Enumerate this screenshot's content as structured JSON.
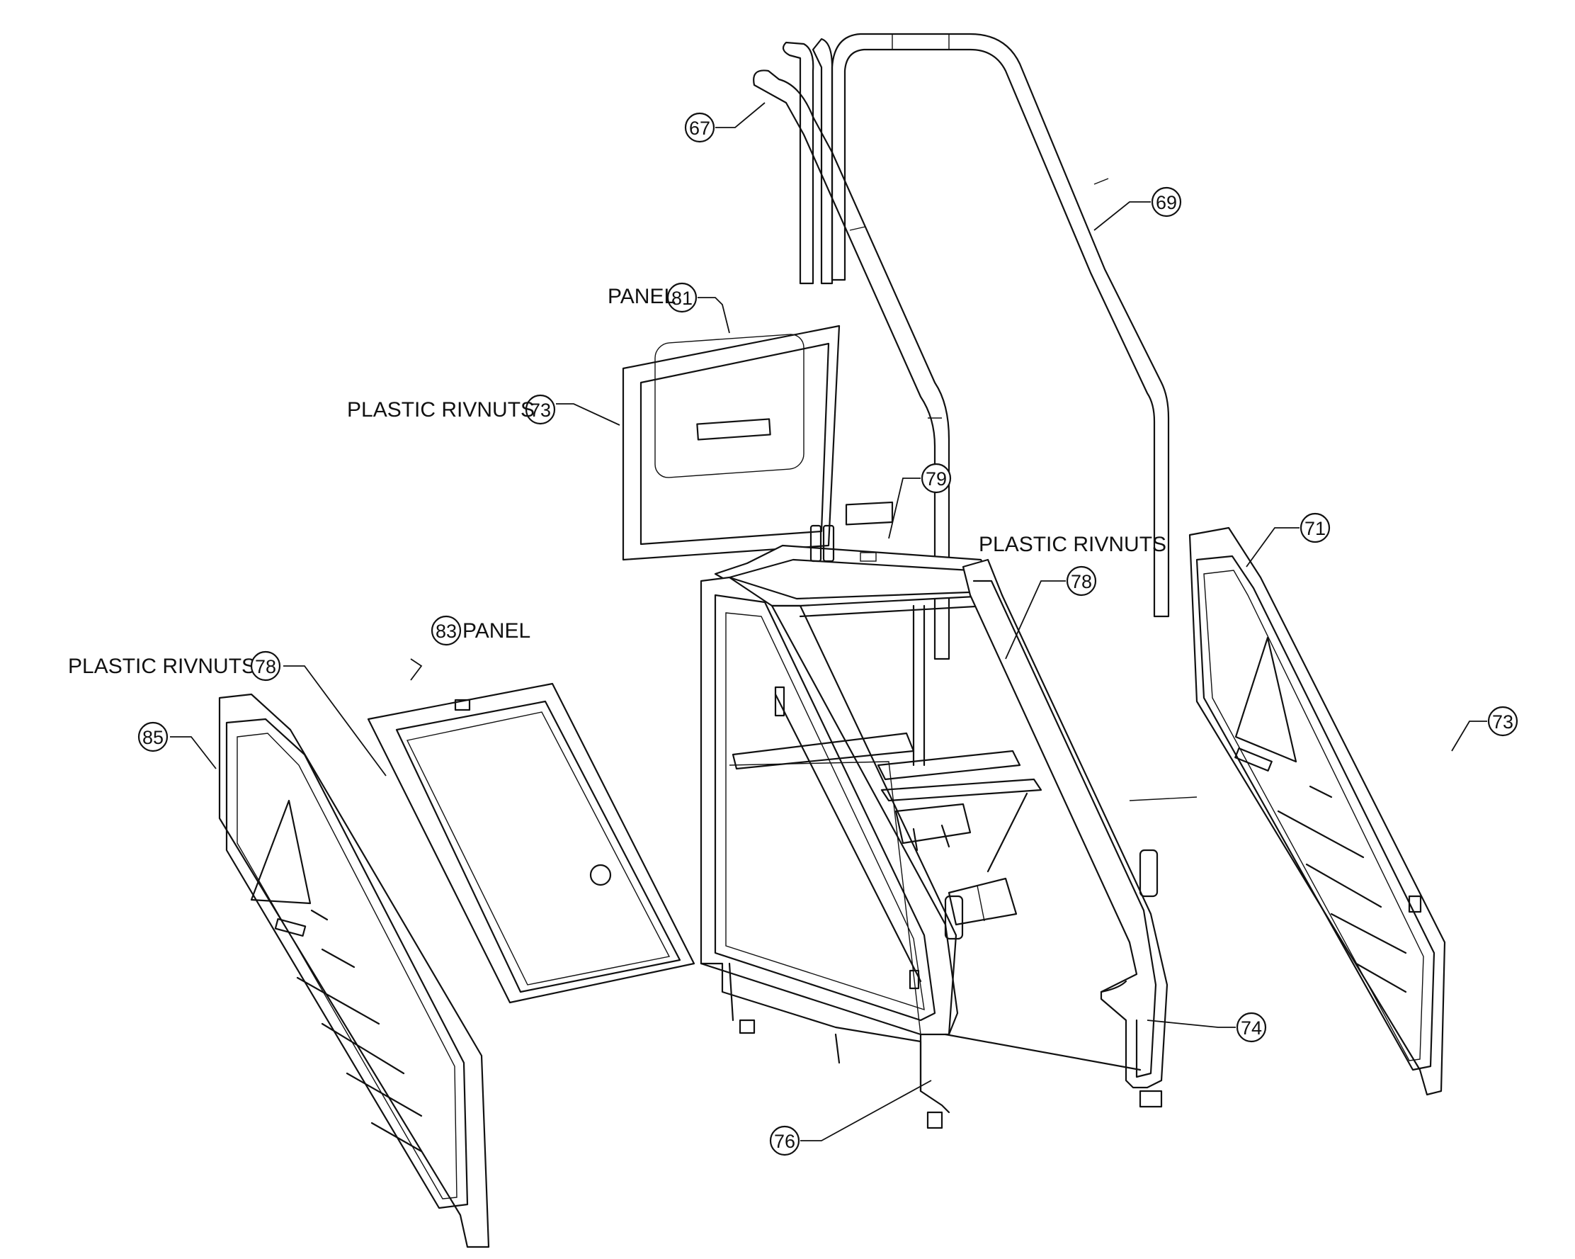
{
  "labels": {
    "panel_81_text": "PANEL",
    "panel_83_text": "PANEL",
    "rivnuts_73_text": "PLASTIC RIVNUTS",
    "rivnuts_78_center_text": "PLASTIC RIVNUTS",
    "rivnuts_78_left_text": "PLASTIC RIVNUTS"
  },
  "callouts": {
    "c67": "67",
    "c69": "69",
    "c71": "71",
    "c73_left": "73",
    "c73_right": "73",
    "c74": "74",
    "c76": "76",
    "c78_center": "78",
    "c78_left": "78",
    "c79": "79",
    "c81": "81",
    "c83": "83",
    "c85": "85"
  }
}
